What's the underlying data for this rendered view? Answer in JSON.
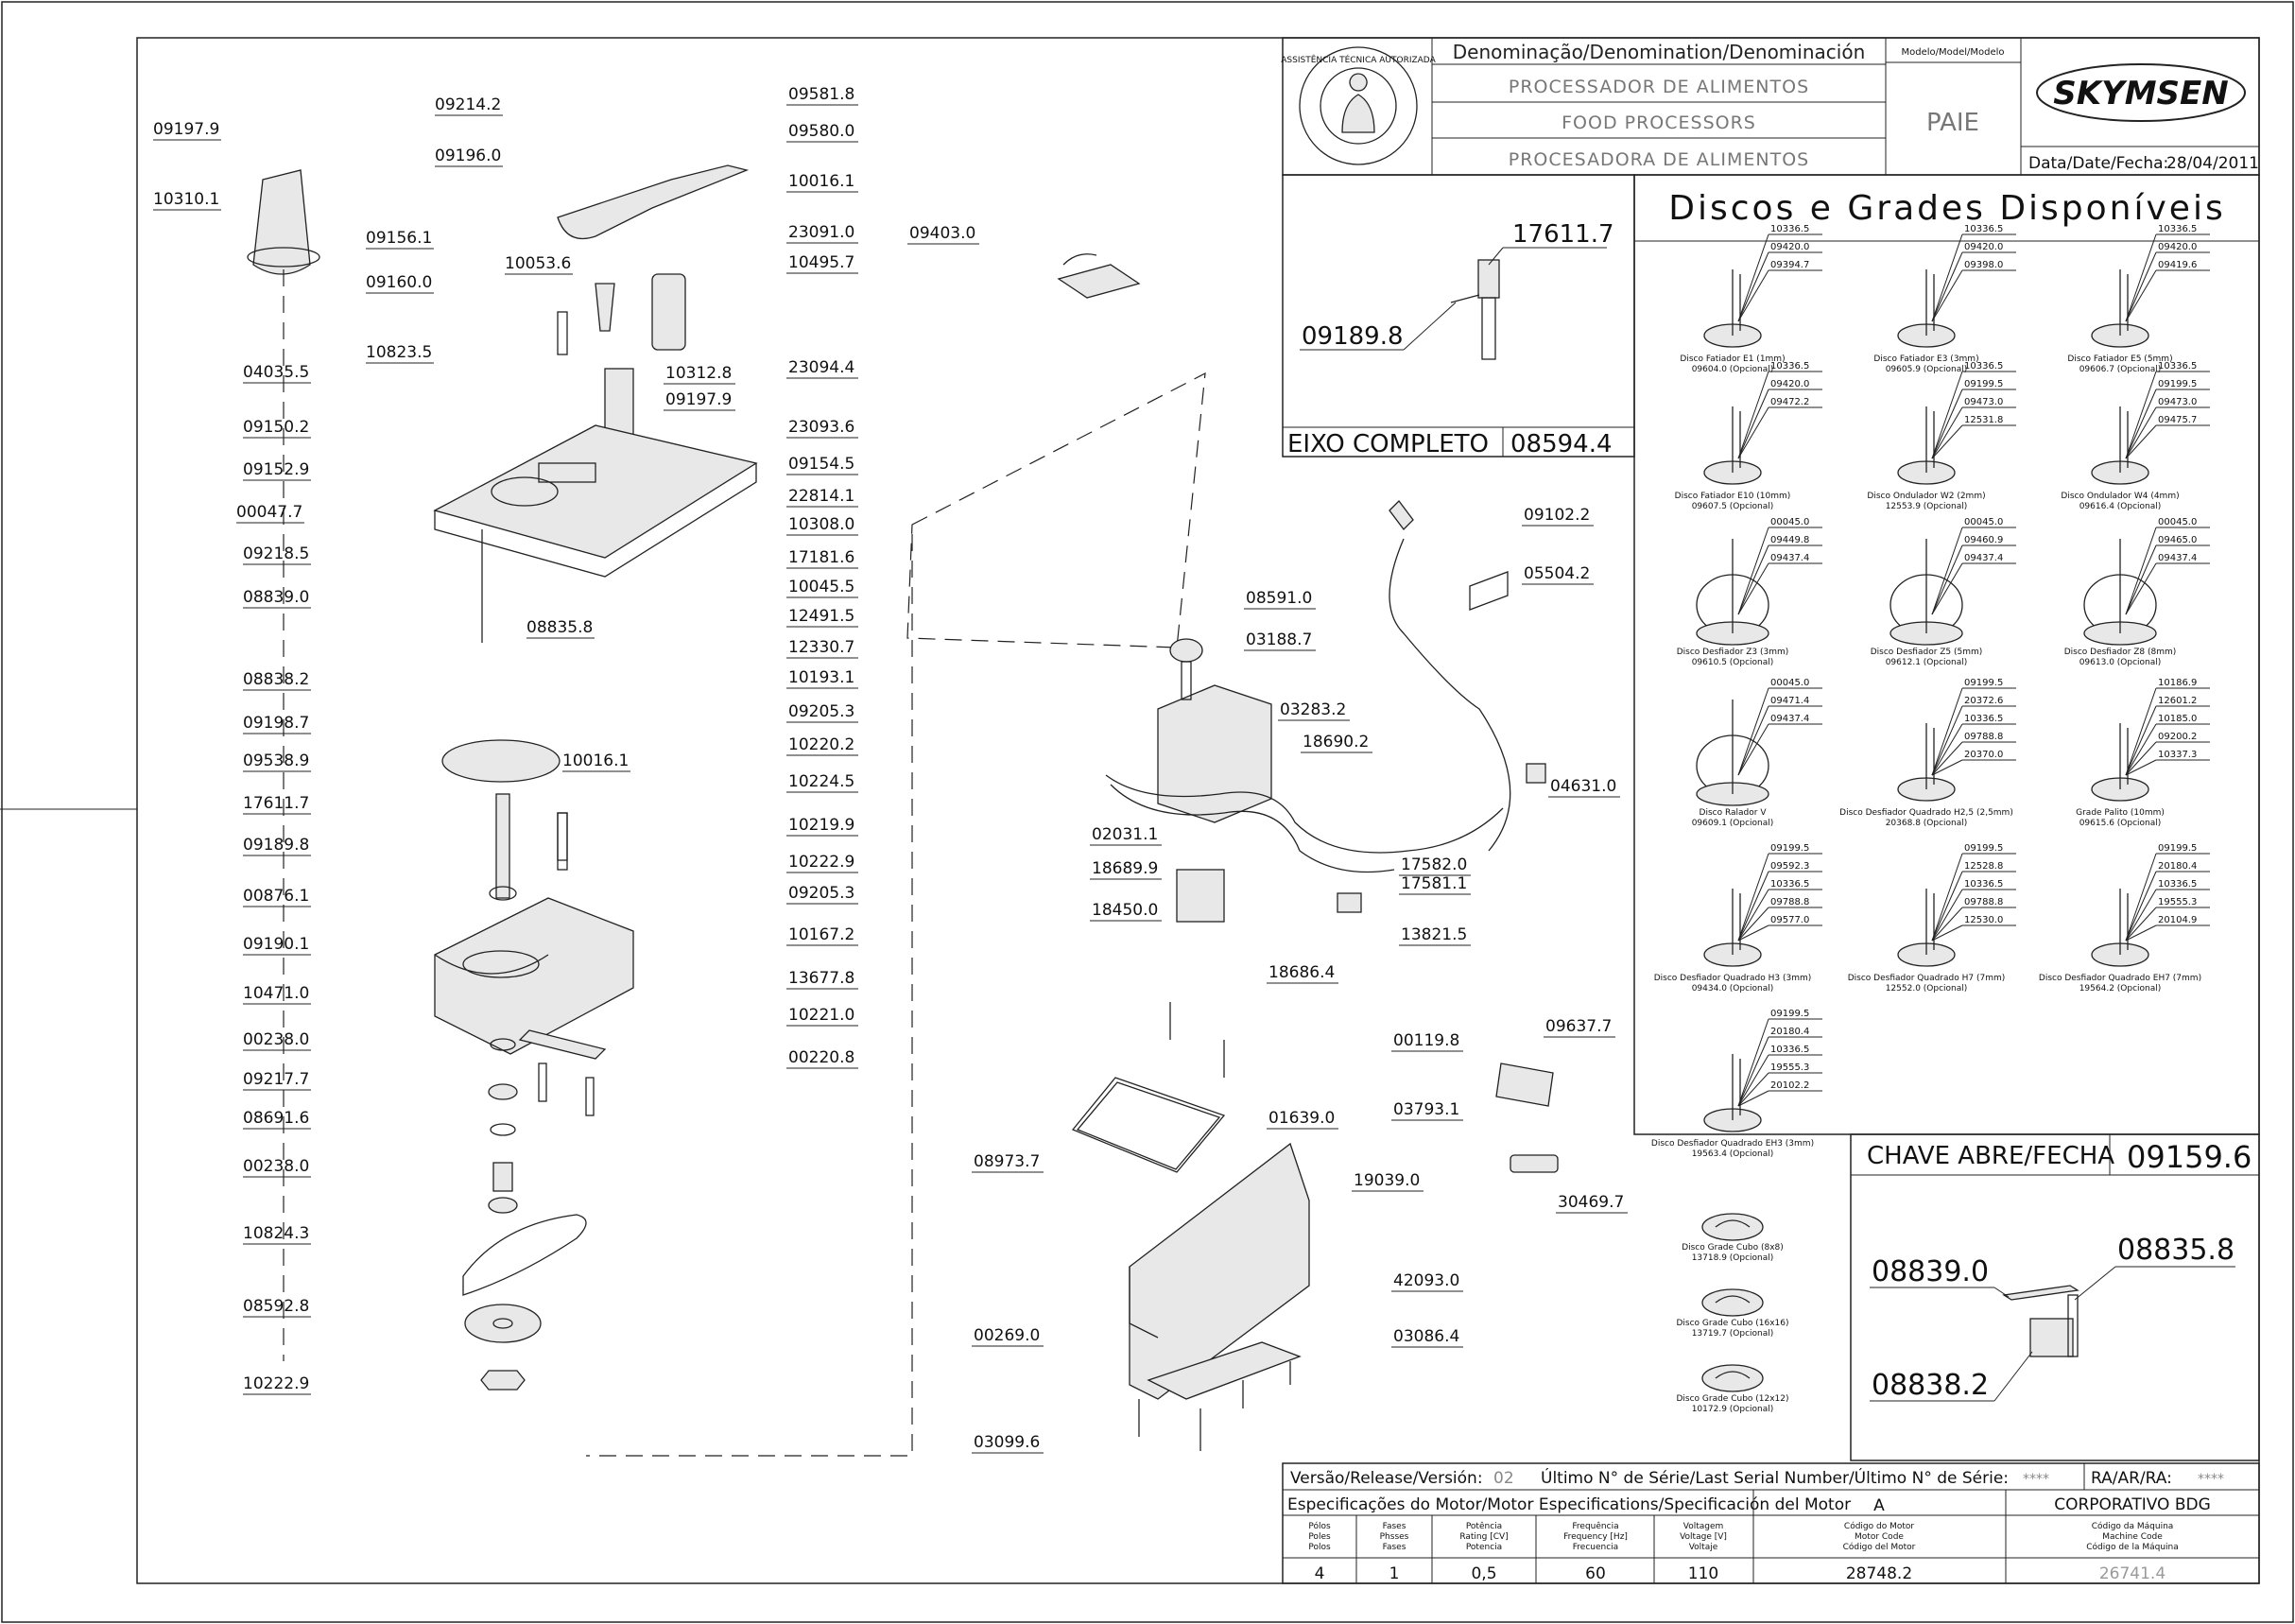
{
  "header": {
    "denomination_label": "Denominação/Denomination/Denominación",
    "names": [
      "PROCESSADOR DE ALIMENTOS",
      "FOOD PROCESSORS",
      "PROCESADORA DE ALIMENTOS"
    ],
    "model_label": "Modelo/Model/Modelo",
    "model": "PAIE",
    "brand": "SKYMSEN",
    "date_label": "Data/Date/Fecha:",
    "date": "28/04/2011",
    "seal_text": "ASSISTÊNCIA TÉCNICA AUTORIZADA"
  },
  "shaft": {
    "title": "EIXO COMPLETO",
    "code": "08594.4",
    "parts": [
      "17611.7",
      "09189.8"
    ]
  },
  "discs_title": "Discos e Grades Disponíveis",
  "discs": [
    {
      "parts": [
        "10336.5",
        "09420.0",
        "09394.7"
      ],
      "name": "Disco Fatiador E1 (1mm)",
      "code": "09604.0 (Opcional)"
    },
    {
      "parts": [
        "10336.5",
        "09420.0",
        "09398.0"
      ],
      "name": "Disco Fatiador E3 (3mm)",
      "code": "09605.9 (Opcional)"
    },
    {
      "parts": [
        "10336.5",
        "09420.0",
        "09419.6"
      ],
      "name": "Disco Fatiador E5 (5mm)",
      "code": "09606.7 (Opcional)"
    },
    {
      "parts": [
        "10336.5",
        "09420.0",
        "09472.2"
      ],
      "name": "Disco Fatiador E10 (10mm)",
      "code": "09607.5 (Opcional)"
    },
    {
      "parts": [
        "10336.5",
        "09199.5",
        "09473.0",
        "12531.8"
      ],
      "name": "Disco Ondulador W2 (2mm)",
      "code": "12553.9 (Opcional)"
    },
    {
      "parts": [
        "10336.5",
        "09199.5",
        "09473.0",
        "09475.7"
      ],
      "name": "Disco Ondulador W4 (4mm)",
      "code": "09616.4 (Opcional)"
    },
    {
      "parts": [
        "00045.0",
        "09449.8",
        "09437.4"
      ],
      "name": "Disco Desfiador Z3 (3mm)",
      "code": "09610.5 (Opcional)"
    },
    {
      "parts": [
        "00045.0",
        "09460.9",
        "09437.4"
      ],
      "name": "Disco Desfiador Z5 (5mm)",
      "code": "09612.1 (Opcional)"
    },
    {
      "parts": [
        "00045.0",
        "09465.0",
        "09437.4"
      ],
      "name": "Disco Desfiador Z8 (8mm)",
      "code": "09613.0 (Opcional)"
    },
    {
      "parts": [
        "00045.0",
        "09471.4",
        "09437.4"
      ],
      "name": "Disco Ralador V",
      "code": "09609.1 (Opcional)"
    },
    {
      "parts": [
        "09199.5",
        "20372.6",
        "10336.5",
        "09788.8",
        "20370.0"
      ],
      "name": "Disco Desfiador Quadrado H2,5 (2,5mm)",
      "code": "20368.8 (Opcional)"
    },
    {
      "parts": [
        "10186.9",
        "12601.2",
        "10185.0",
        "09200.2",
        "10337.3"
      ],
      "name": "Grade Palito (10mm)",
      "code": "09615.6 (Opcional)"
    },
    {
      "parts": [
        "09199.5",
        "09592.3",
        "10336.5",
        "09788.8",
        "09577.0"
      ],
      "name": "Disco Desfiador Quadrado H3 (3mm)",
      "code": "09434.0 (Opcional)"
    },
    {
      "parts": [
        "09199.5",
        "12528.8",
        "10336.5",
        "09788.8",
        "12530.0"
      ],
      "name": "Disco Desfiador Quadrado H7 (7mm)",
      "code": "12552.0 (Opcional)"
    },
    {
      "parts": [
        "09199.5",
        "20180.4",
        "10336.5",
        "19555.3",
        "20104.9"
      ],
      "name": "Disco Desfiador Quadrado EH7 (7mm)",
      "code": "19564.2 (Opcional)"
    },
    {
      "parts": [
        "09199.5",
        "20180.4",
        "10336.5",
        "19555.3",
        "20102.2"
      ],
      "name": "Disco Desfiador Quadrado EH3 (3mm)",
      "code": "19563.4 (Opcional)"
    },
    {
      "parts": [],
      "name": "Disco Grade Cubo (8x8)",
      "code": "13718.9 (Opcional)"
    },
    {
      "parts": [],
      "name": "Disco Grade Cubo (16x16)",
      "code": "13719.7 (Opcional)"
    },
    {
      "parts": [],
      "name": "Disco Grade Cubo (12x12)",
      "code": "10172.9 (Opcional)"
    }
  ],
  "switch": {
    "title": "CHAVE ABRE/FECHA",
    "code": "09159.6",
    "parts": [
      "08839.0",
      "08835.8",
      "08838.2"
    ]
  },
  "left_labels": [
    "09197.9",
    "10310.1",
    "09214.2",
    "09196.0",
    "09156.1",
    "09160.0",
    "10823.5",
    "04035.5",
    "09150.2",
    "09152.9",
    "00047.7",
    "09218.5",
    "08839.0",
    "08835.8",
    "08838.2",
    "09198.7",
    "09538.9",
    "17611.7",
    "09189.8",
    "00876.1",
    "09190.1",
    "10471.0",
    "00238.0",
    "09217.7",
    "08691.6",
    "00238.0",
    "10824.3",
    "08592.8",
    "10222.9",
    "10016.1",
    "10053.6"
  ],
  "right_labels": [
    "09581.8",
    "09580.0",
    "10016.1",
    "23091.0",
    "10495.7",
    "23094.4",
    "10312.8",
    "09197.9",
    "23093.6",
    "09154.5",
    "22814.1",
    "10308.0",
    "17181.6",
    "10045.5",
    "12491.5",
    "12330.7",
    "10193.1",
    "09205.3",
    "10220.2",
    "10224.5",
    "10219.9",
    "10222.9",
    "09205.3",
    "10167.2",
    "13677.8",
    "10221.0",
    "00220.8"
  ],
  "center_labels": [
    "09403.0",
    "08591.0",
    "03188.7",
    "03283.2",
    "18690.2",
    "02031.1",
    "18689.9",
    "18450.0",
    "18686.4",
    "09102.2",
    "05504.2",
    "04631.0",
    "17582.0",
    "17581.1",
    "13821.5",
    "00119.8",
    "03793.1",
    "09637.7",
    "30469.7",
    "08973.7",
    "01639.0",
    "19039.0",
    "42093.0",
    "00269.0",
    "03086.4",
    "03099.6"
  ],
  "footer": {
    "version_label": "Versão/Release/Versión:",
    "version": "02",
    "serial_label": "Último N° de Série/Last Serial Number/Último N° de Série:",
    "serial": "****",
    "ra_label": "RA/AR/RA:",
    "ra": "****",
    "motor_spec_label": "Especificações do Motor/Motor Especifications/Specificación del Motor",
    "motor_variant": "A",
    "company": "CORPORATIVO BDG",
    "columns": [
      {
        "h": [
          "Pólos",
          "Poles",
          "Polos"
        ],
        "v": "4"
      },
      {
        "h": [
          "Fases",
          "Phsses",
          "Fases"
        ],
        "v": "1"
      },
      {
        "h": [
          "Potência",
          "Rating [CV]",
          "Potencia"
        ],
        "v": "0,5"
      },
      {
        "h": [
          "Frequência",
          "Frequency [Hz]",
          "Frecuencia"
        ],
        "v": "60"
      },
      {
        "h": [
          "Voltagem",
          "Voltage [V]",
          "Voltaje"
        ],
        "v": "110"
      },
      {
        "h": [
          "Código do Motor",
          "Motor Code",
          "Código del Motor"
        ],
        "v": "28748.2"
      },
      {
        "h": [
          "Código da Máquina",
          "Machine Code",
          "Código de la Máquina"
        ],
        "v": "26741.4"
      }
    ]
  }
}
